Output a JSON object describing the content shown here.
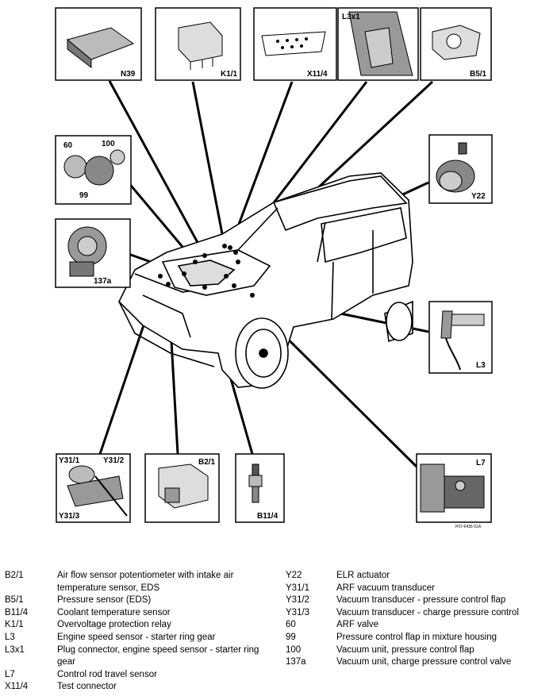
{
  "insets": {
    "n39": "N39",
    "k1_1": "K1/1",
    "x11_4": "X11/4",
    "l3x1": "L3x1",
    "b5_1": "B5/1",
    "y22": "Y22",
    "p60": "60",
    "p100": "100",
    "p99": "99",
    "p137a": "137a",
    "l3": "L3",
    "y31_1": "Y31/1",
    "y31_2": "Y31/2",
    "y31_3": "Y31/3",
    "b2_1": "B2/1",
    "b11_4": "B11/4",
    "l7": "L7",
    "ref": "P07-6435-51A"
  },
  "legend": {
    "left": [
      {
        "code": "B2/1",
        "desc": "Air flow sensor potentiometer with intake air temperature sensor, EDS"
      },
      {
        "code": "B5/1",
        "desc": "Pressure sensor (EDS)"
      },
      {
        "code": "B11/4",
        "desc": "Coolant temperature sensor"
      },
      {
        "code": "K1/1",
        "desc": "Overvoltage protection relay"
      },
      {
        "code": "L3",
        "desc": "Engine speed sensor - starter ring gear"
      },
      {
        "code": "L3x1",
        "desc": "Plug connector, engine speed sensor - starter ring gear"
      },
      {
        "code": "L7",
        "desc": "Control rod travel sensor"
      },
      {
        "code": "X11/4",
        "desc": "Test connector"
      }
    ],
    "right": [
      {
        "code": "Y22",
        "desc": "ELR actuator"
      },
      {
        "code": "Y31/1",
        "desc": "ARF vacuum transducer"
      },
      {
        "code": "Y31/2",
        "desc": "Vacuum transducer - pressure control flap"
      },
      {
        "code": "Y31/3",
        "desc": "Vacuum transducer - charge pressure control"
      },
      {
        "code": "60",
        "desc": "ARF valve"
      },
      {
        "code": "99",
        "desc": "Pressure control flap in mixture housing"
      },
      {
        "code": "100",
        "desc": "Vacuum unit, pressure control flap"
      },
      {
        "code": "137a",
        "desc": "Vacuum unit, charge pressure control valve"
      }
    ]
  }
}
